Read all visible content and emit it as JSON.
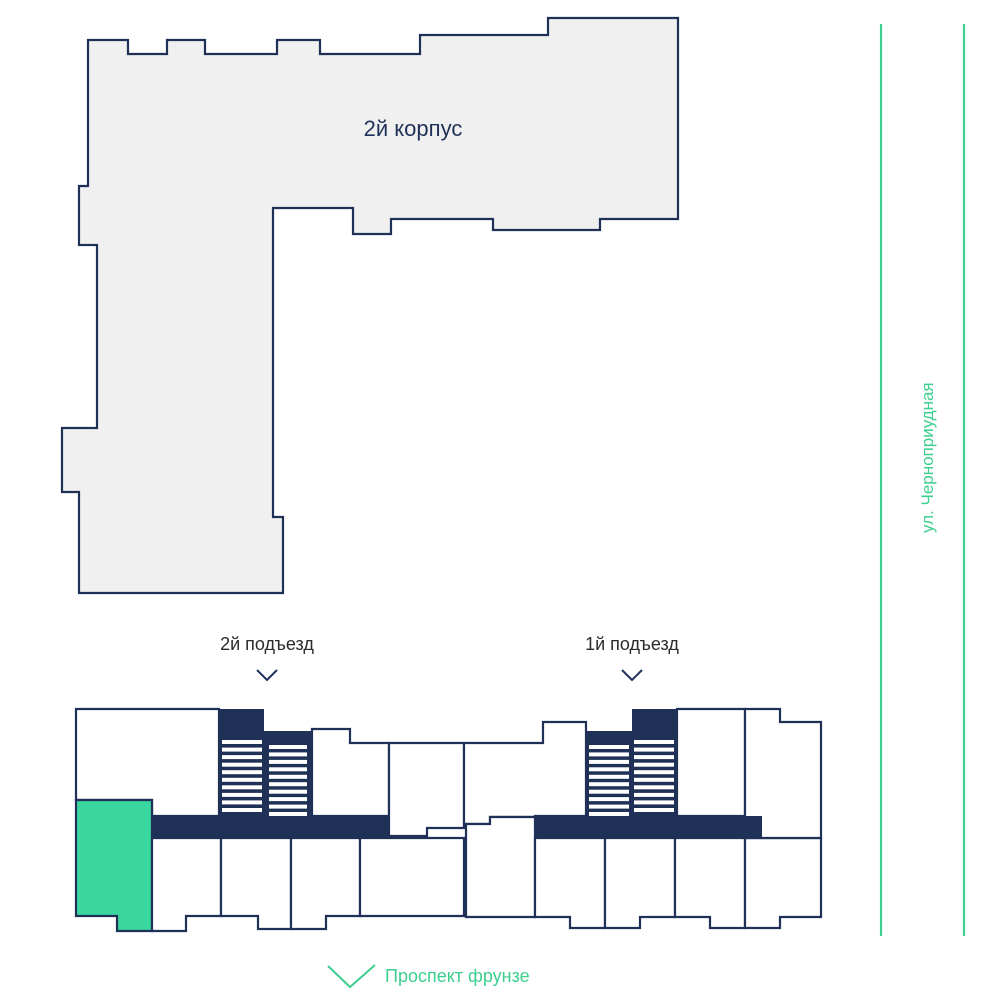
{
  "building2": {
    "label": "2й корпус"
  },
  "entrances": [
    {
      "label": "2й подъезд"
    },
    {
      "label": "1й подъезд"
    }
  ],
  "streets": {
    "east": "ул. Черноприудная",
    "south": "Проспект фрунзе"
  },
  "colors": {
    "outline": "#1f3156",
    "building_fill": "#f0f0f0",
    "core": "#1f3156",
    "selected_unit": "#3ad7a0",
    "street": "#3ccf8e"
  }
}
